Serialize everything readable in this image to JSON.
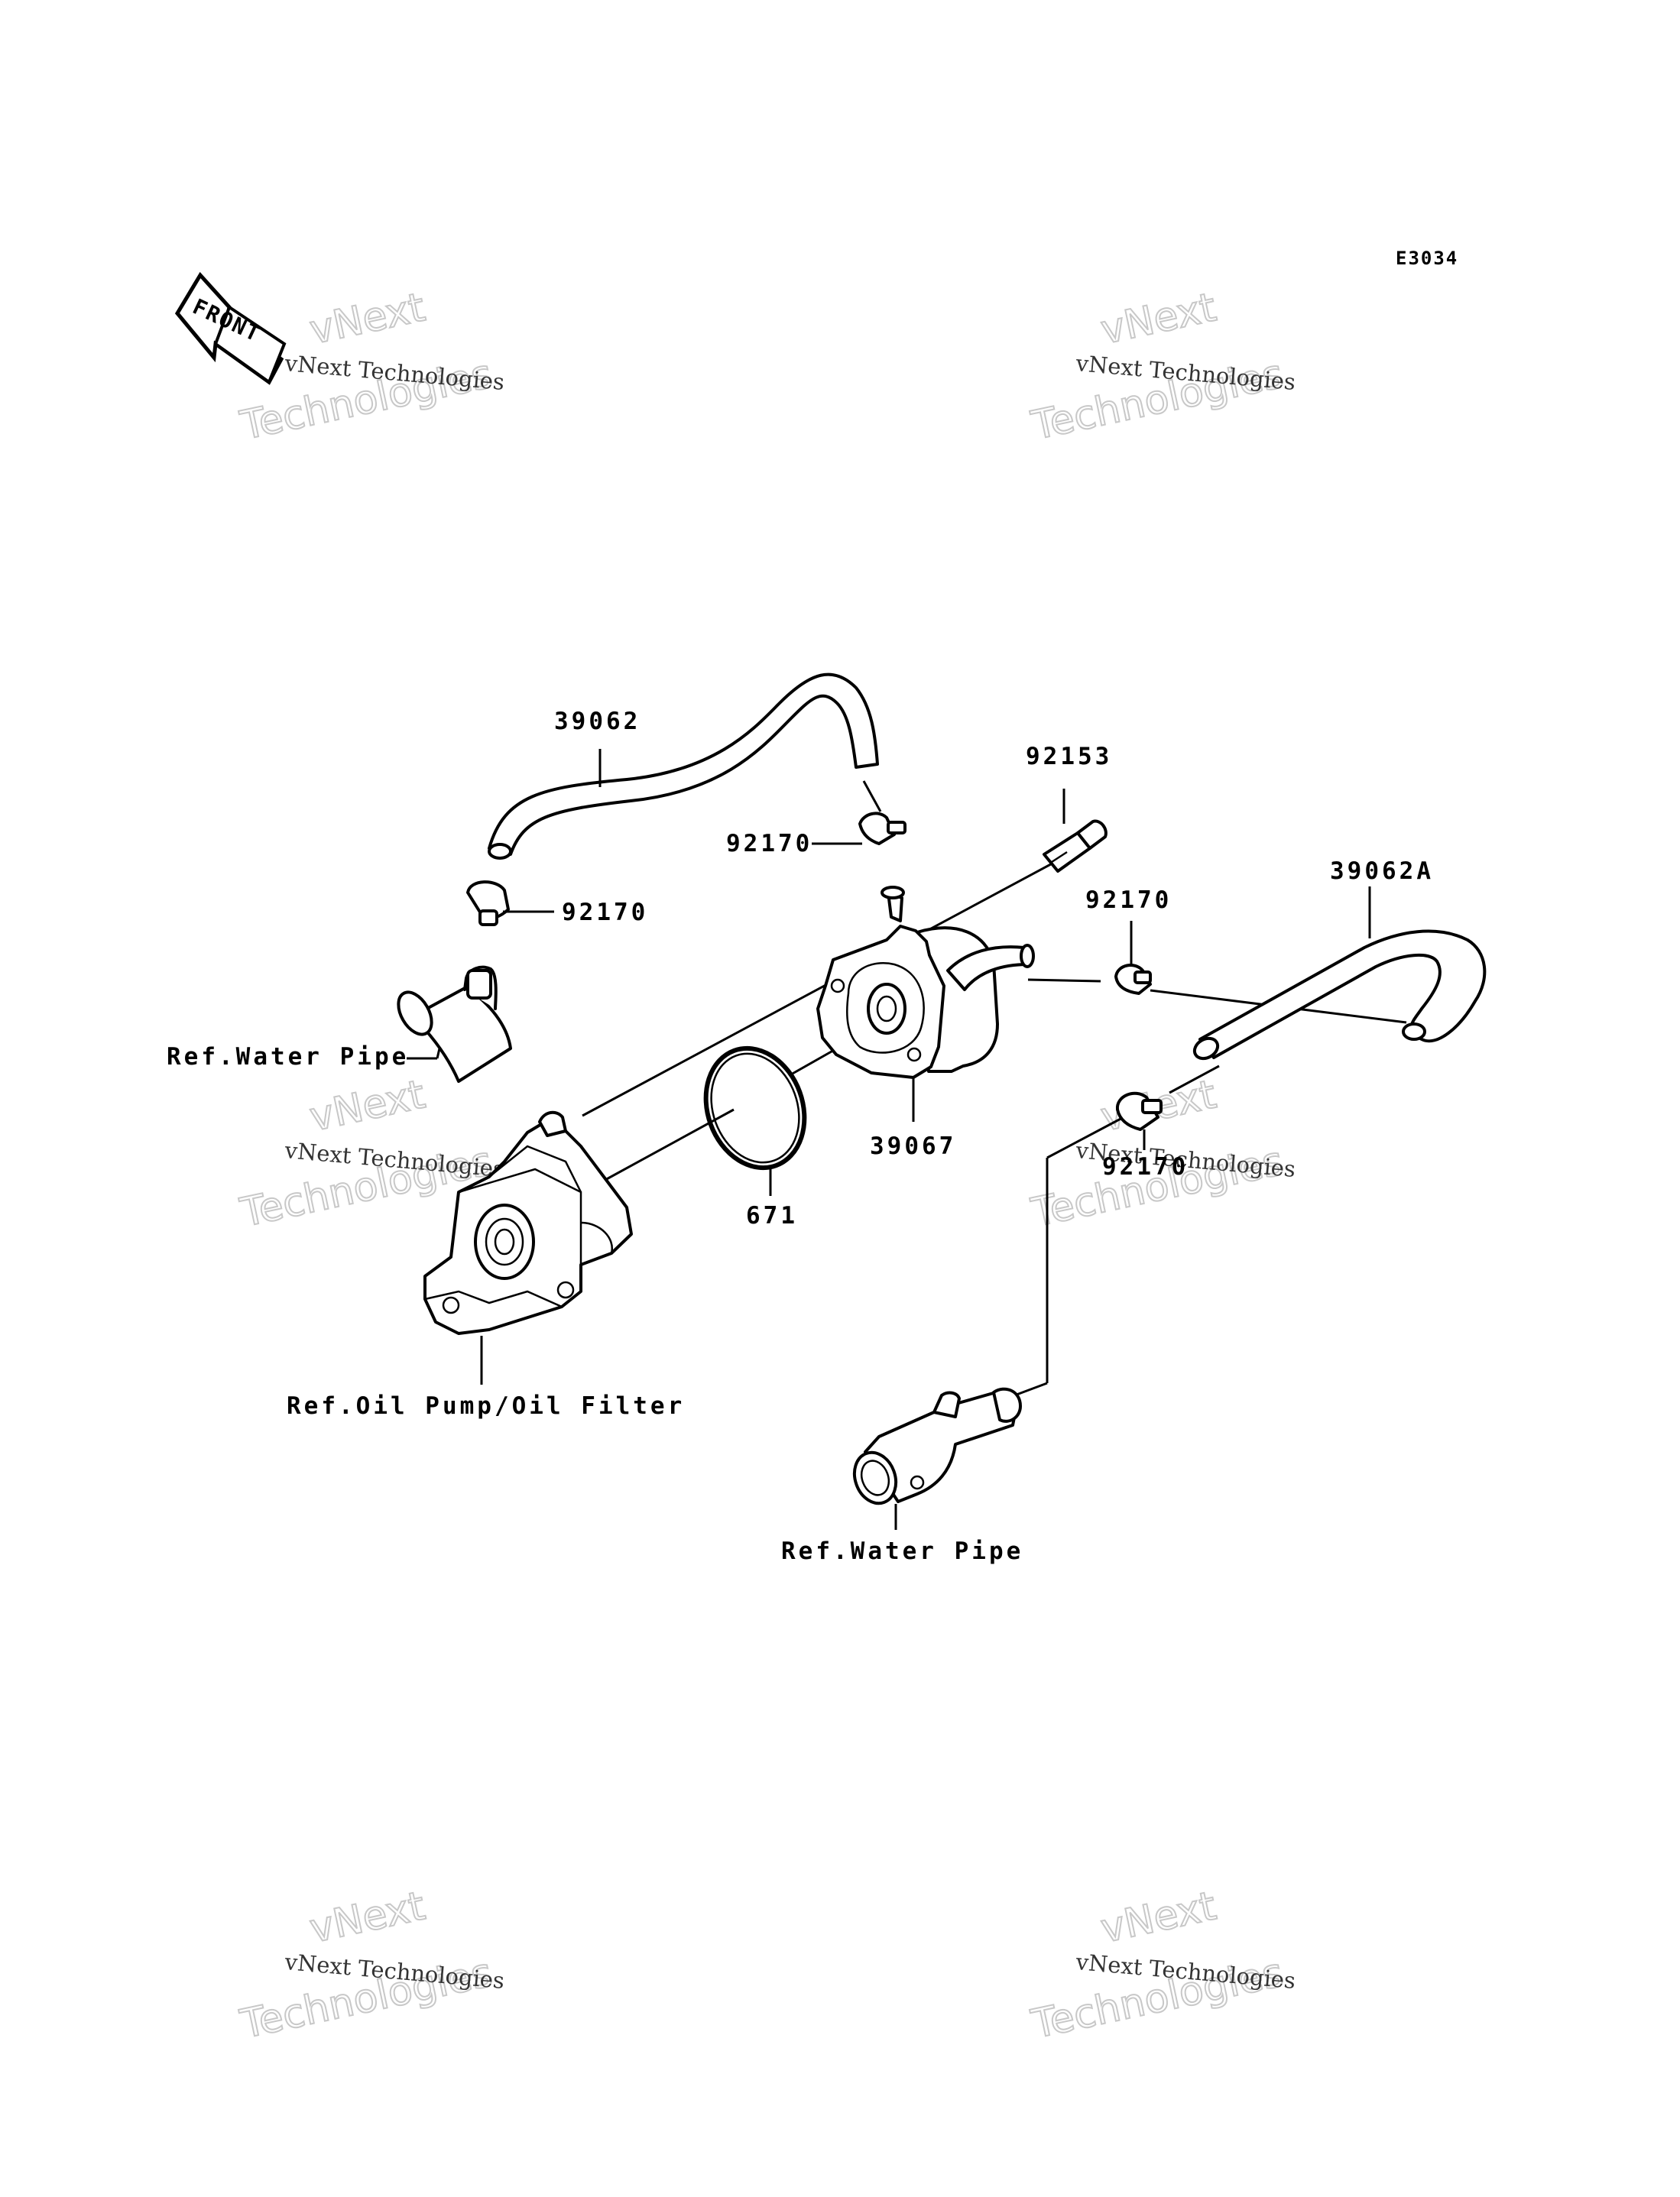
{
  "diagram_code": "E3034",
  "front_label": "FRONT",
  "watermark": {
    "line1": "vNext Technologies",
    "line2": "vNext",
    "line3": "Technologies"
  },
  "labels": {
    "hose_39062": "39062",
    "hose_39062a": "39062A",
    "bolt_92153": "92153",
    "clamp_92170_top": "92170",
    "clamp_92170_left": "92170",
    "clamp_92170_right": "92170",
    "clamp_92170_lower": "92170",
    "cooler_39067": "39067",
    "oring_671": "671",
    "ref_water_pipe_left": "Ref.Water Pipe",
    "ref_oil_pump": "Ref.Oil Pump/Oil Filter",
    "ref_water_pipe_bottom": "Ref.Water Pipe"
  }
}
